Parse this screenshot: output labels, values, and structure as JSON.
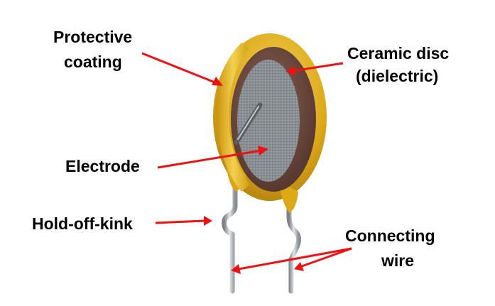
{
  "labels": {
    "protective_coating_line1": "Protective",
    "protective_coating_line2": "coating",
    "ceramic_disc_line1": "Ceramic disc",
    "ceramic_disc_line2": "(dielectric)",
    "electrode": "Electrode",
    "hold_off_kink": "Hold-off-kink",
    "connecting_wire_line1": "Connecting",
    "connecting_wire_line2": "wire"
  },
  "colors": {
    "arrow": "#ee1111",
    "coating": "#e0b21a",
    "ceramic": "#6b4a3f",
    "electrode": "#8f9499",
    "wire": "#b8bcc0",
    "text": "#000000"
  }
}
